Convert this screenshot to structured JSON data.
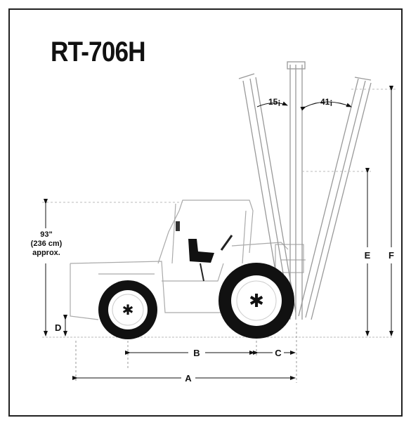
{
  "title": "RT-706H",
  "angles": {
    "forward_tilt": "15¡",
    "back_tilt": "41¡"
  },
  "cab_height": {
    "line1": "93\"",
    "line2": "(236 cm)",
    "line3": "approx."
  },
  "dimension_labels": {
    "A": "A",
    "B": "B",
    "C": "C",
    "D": "D",
    "E": "E",
    "F": "F"
  }
}
